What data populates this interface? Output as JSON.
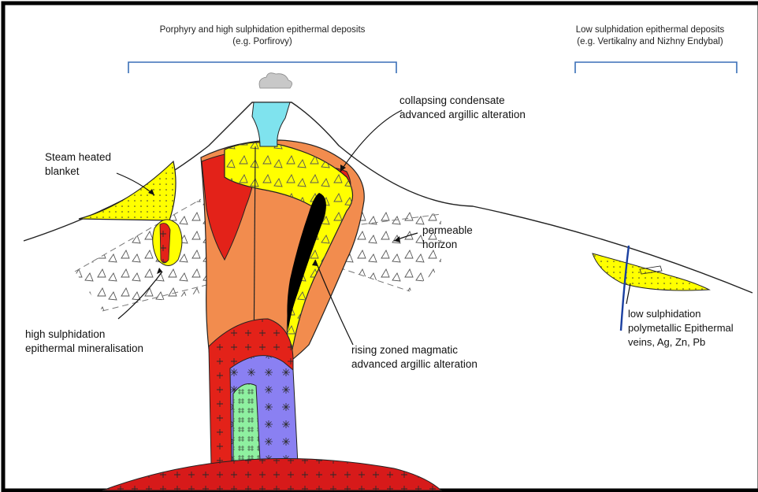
{
  "headers": {
    "porphyry": {
      "line1": "Porphyry and high sulphidation epithermal deposits",
      "line2": "(e.g. Porfirovy)"
    },
    "low_sulph": {
      "line1": "Low sulphidation epithermal deposits",
      "line2": "(e.g. Vertikalny and Nizhny Endybal)"
    }
  },
  "labels": {
    "collapsing": {
      "line1": "collapsing condensate",
      "line2": "advanced argillic alteration"
    },
    "steam": {
      "line1": "Steam heated",
      "line2": "blanket"
    },
    "permeable": {
      "line1": "permeable",
      "line2": "horizon"
    },
    "high_sulph": {
      "line1": "high sulphidation",
      "line2": "epithermal mineralisation"
    },
    "rising": {
      "line1": "rising zoned magmatic",
      "line2": "advanced argillic alteration"
    },
    "low_sulph_veins": {
      "line1": "low sulphidation",
      "line2": "polymetallic Epithermal",
      "line3": "veins, Ag, Zn, Pb"
    }
  },
  "colors": {
    "frame": "#000000",
    "bracket": "#3a6fb7",
    "crater_fill": "#7fe3ee",
    "outer_alteration": "#f28c4e",
    "red_zone": "#e32219",
    "yellow_zone": "#ffff00",
    "black_core": "#000000",
    "blue_intrusion": "#8a80f2",
    "green_intrusion": "#8ef0a0",
    "basement": "#d71a1a",
    "breccia_band": "#d9d9d9",
    "vein": "#1a3fa0",
    "smoke": "#c8c8c8"
  }
}
